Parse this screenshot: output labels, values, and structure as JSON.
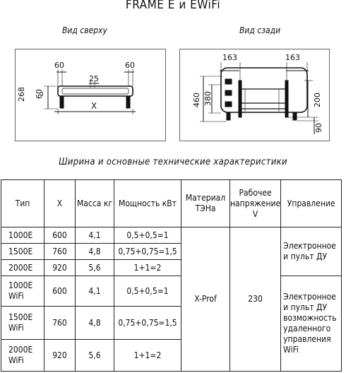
{
  "title": "FRAME E и EWiFi",
  "views": {
    "top_caption": "Вид сверху",
    "back_caption": "Вид сзади",
    "top_dims": {
      "left": "60",
      "right": "60",
      "center": "25",
      "height_outer": "268",
      "height_inner": "60",
      "width": "X"
    },
    "back_dims": {
      "left": "163",
      "right": "163",
      "h1": "460",
      "h2": "380",
      "h3": "200",
      "h4": "90"
    }
  },
  "subtitle": "Ширина и основные технические характеристики",
  "table": {
    "headers": {
      "type": "Тип",
      "x": "X",
      "mass": "Масса кг",
      "power": "Мощность кВт",
      "material": "Материал ТЭНа",
      "voltage": "Рабочее напряжение V",
      "control": "Управление"
    },
    "rows": [
      {
        "type": "1000E",
        "x": "600",
        "mass": "4,1",
        "power": "0,5+0,5=1"
      },
      {
        "type": "1500E",
        "x": "760",
        "mass": "4,8",
        "power": "0,75+0,75=1,5"
      },
      {
        "type": "2000E",
        "x": "920",
        "mass": "5,6",
        "power": "1+1=2"
      },
      {
        "type": "1000E WiFi",
        "x": "600",
        "mass": "4,1",
        "power": "0,5+0,5=1"
      },
      {
        "type": "1500E WiFi",
        "x": "760",
        "mass": "4,8",
        "power": "0,75+0,75=1,5"
      },
      {
        "type": "2000E WiFi",
        "x": "920",
        "mass": "5,6",
        "power": "1+1=2"
      }
    ],
    "material": "X-Prof",
    "voltage": "230",
    "control_e": "Электронное и пульт ДУ",
    "control_wifi": "Электронное и пульт ДУ возможность удаленного управления WiFi"
  }
}
